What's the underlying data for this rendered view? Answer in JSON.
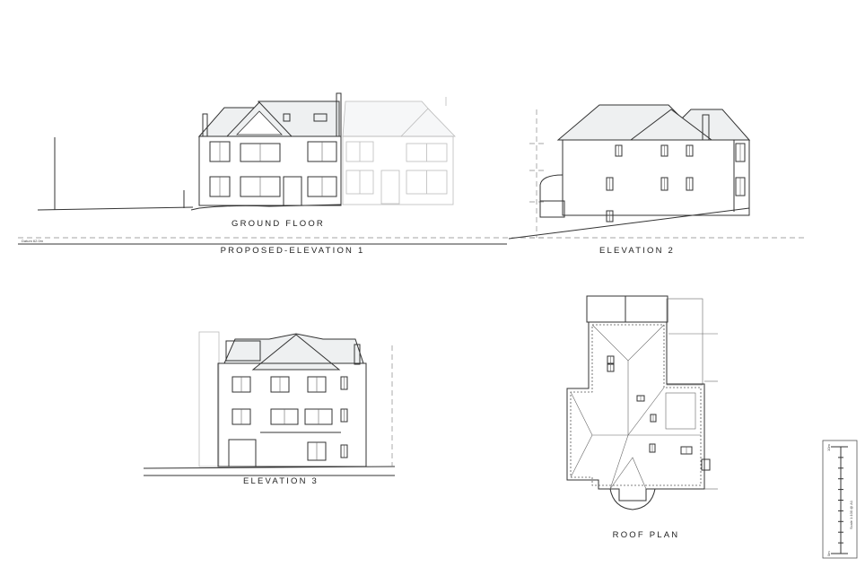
{
  "drawing": {
    "labels": {
      "ground_floor": "GROUND FLOOR",
      "elevation_1": "PROPOSED-ELEVATION 1",
      "elevation_2": "ELEVATION 2",
      "elevation_3": "ELEVATION 3",
      "roof_plan": "ROOF PLAN"
    },
    "datum": "Datum 62.0m",
    "scale_bar": {
      "caption": "Scale 1:100 @ A1",
      "max_label": "10m",
      "min_label": "0m"
    }
  }
}
